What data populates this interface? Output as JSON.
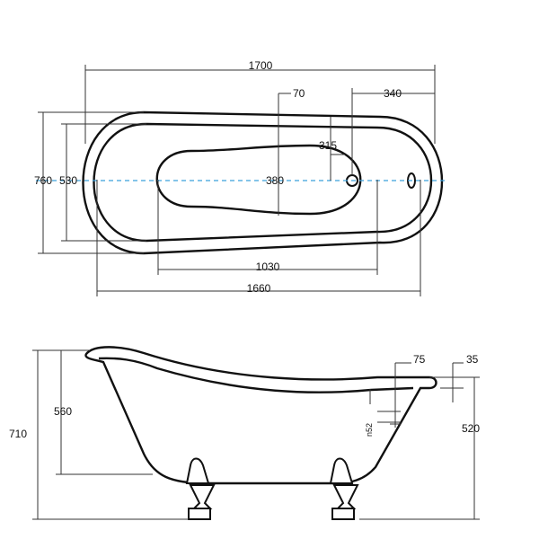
{
  "top_view": {
    "dim_overall_length": "1700",
    "dim_inner_offset": "70",
    "dim_drain_offset": "340",
    "dim_drain_depth": "315",
    "dim_overall_width": "760",
    "dim_inner_width": "530",
    "dim_basin_width": "380",
    "dim_basin_length": "1030",
    "dim_rim_length": "1660"
  },
  "side_view": {
    "dim_rim_thickness": "75",
    "dim_overflow": "35",
    "dim_head_height": "560",
    "dim_total_height": "710",
    "dim_drain_height": "520",
    "dim_drain_diameter": "n52"
  },
  "colors": {
    "outline": "#111111",
    "dimension": "#333333",
    "center_axis": "#3aa0dc"
  }
}
